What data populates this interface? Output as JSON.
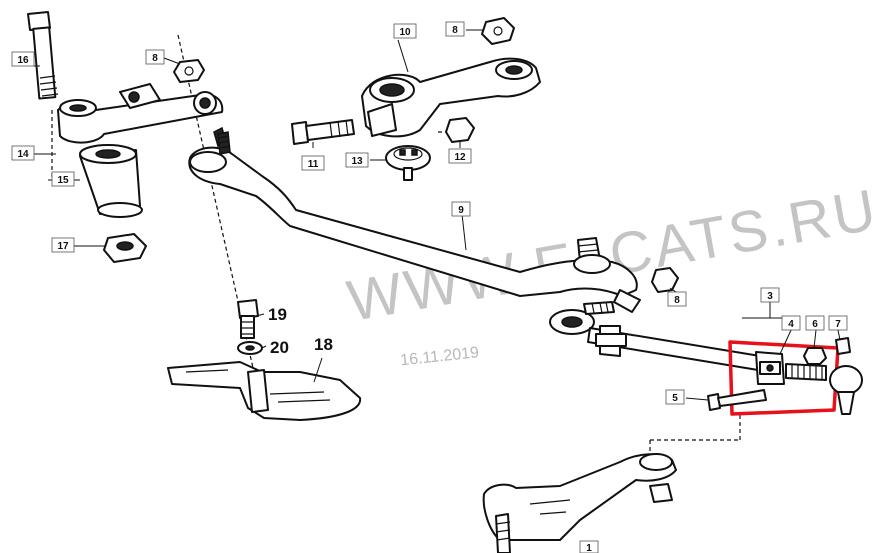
{
  "watermark": "WWW.ELCATS.RU",
  "date_stamp": "16.11.2019",
  "highlight_color": "#e8101a",
  "callouts": {
    "c1": "1",
    "c3": "3",
    "c4": "4",
    "c5": "5",
    "c6": "6",
    "c7": "7",
    "c8a": "8",
    "c8b": "8",
    "c8c": "8",
    "c9": "9",
    "c10": "10",
    "c11": "11",
    "c12": "12",
    "c13": "13",
    "c14": "14",
    "c15": "15",
    "c16": "16",
    "c17": "17",
    "c18": "18",
    "c19": "19",
    "c20": "20"
  }
}
